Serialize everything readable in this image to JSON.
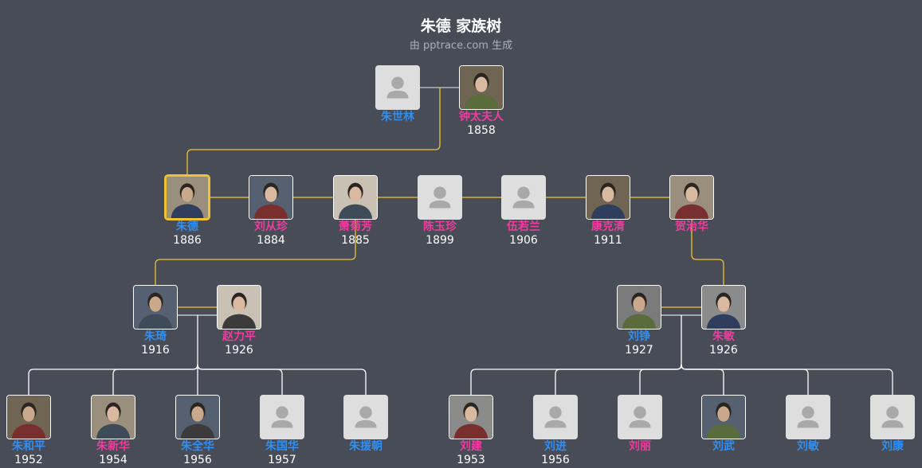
{
  "title": "朱德 家族树",
  "subtitle": "由 pptrace.com 生成",
  "colors": {
    "background": "#474c56",
    "male": "#2f8ff5",
    "female": "#ef3c9e",
    "spouse_link": "#f0c232",
    "child_link": "#ffffff"
  },
  "people": [
    {
      "id": "p1",
      "name": "朱世林",
      "year": "",
      "gender": "m",
      "photo": "placeholder"
    },
    {
      "id": "p2",
      "name": "钟太夫人",
      "year": "1858",
      "gender": "f",
      "photo": "portrait"
    },
    {
      "id": "p3",
      "name": "朱德",
      "year": "1886",
      "gender": "m",
      "photo": "portrait",
      "focus": true
    },
    {
      "id": "p4",
      "name": "刘从珍",
      "year": "1884",
      "gender": "f",
      "photo": "portrait"
    },
    {
      "id": "p5",
      "name": "萧菊芳",
      "year": "1885",
      "gender": "f",
      "photo": "portrait"
    },
    {
      "id": "p6",
      "name": "陈玉珍",
      "year": "1899",
      "gender": "f",
      "photo": "placeholder"
    },
    {
      "id": "p7",
      "name": "伍若兰",
      "year": "1906",
      "gender": "f",
      "photo": "placeholder"
    },
    {
      "id": "p8",
      "name": "康克清",
      "year": "1911",
      "gender": "f",
      "photo": "portrait"
    },
    {
      "id": "p9",
      "name": "贺治华",
      "year": "",
      "gender": "f",
      "photo": "portrait"
    },
    {
      "id": "p10",
      "name": "朱琦",
      "year": "1916",
      "gender": "m",
      "photo": "portrait"
    },
    {
      "id": "p11",
      "name": "赵力平",
      "year": "1926",
      "gender": "f",
      "photo": "portrait"
    },
    {
      "id": "p12",
      "name": "刘铮",
      "year": "1927",
      "gender": "m",
      "photo": "portrait"
    },
    {
      "id": "p13",
      "name": "朱敏",
      "year": "1926",
      "gender": "f",
      "photo": "portrait"
    },
    {
      "id": "p14",
      "name": "朱和平",
      "year": "1952",
      "gender": "m",
      "photo": "portrait"
    },
    {
      "id": "p15",
      "name": "朱新华",
      "year": "1954",
      "gender": "f",
      "photo": "portrait"
    },
    {
      "id": "p16",
      "name": "朱全华",
      "year": "1956",
      "gender": "m",
      "photo": "portrait"
    },
    {
      "id": "p17",
      "name": "朱国华",
      "year": "1957",
      "gender": "m",
      "photo": "placeholder"
    },
    {
      "id": "p18",
      "name": "朱援朝",
      "year": "",
      "gender": "m",
      "photo": "placeholder"
    },
    {
      "id": "p19",
      "name": "刘建",
      "year": "1953",
      "gender": "f",
      "photo": "portrait"
    },
    {
      "id": "p20",
      "name": "刘进",
      "year": "1956",
      "gender": "m",
      "photo": "placeholder"
    },
    {
      "id": "p21",
      "name": "刘丽",
      "year": "",
      "gender": "f",
      "photo": "placeholder"
    },
    {
      "id": "p22",
      "name": "刘武",
      "year": "",
      "gender": "m",
      "photo": "portrait"
    },
    {
      "id": "p23",
      "name": "刘敏",
      "year": "",
      "gender": "m",
      "photo": "placeholder"
    },
    {
      "id": "p24",
      "name": "刘康",
      "year": "",
      "gender": "m",
      "photo": "placeholder"
    }
  ],
  "relations": {
    "spouses": [
      [
        "p1",
        "p2"
      ],
      [
        "p3",
        "p4"
      ],
      [
        "p4",
        "p5"
      ],
      [
        "p5",
        "p6"
      ],
      [
        "p6",
        "p7"
      ],
      [
        "p7",
        "p8"
      ],
      [
        "p8",
        "p9"
      ],
      [
        "p10",
        "p11"
      ],
      [
        "p12",
        "p13"
      ]
    ],
    "parent_child": [
      {
        "parents": [
          "p1",
          "p2"
        ],
        "children": [
          "p3"
        ]
      },
      {
        "parents": [
          "p3",
          "p5"
        ],
        "children": [
          "p10"
        ]
      },
      {
        "parents": [
          "p3",
          "p9"
        ],
        "children": [
          "p13"
        ]
      },
      {
        "parents": [
          "p10",
          "p11"
        ],
        "children": [
          "p14",
          "p15",
          "p16",
          "p17",
          "p18"
        ]
      },
      {
        "parents": [
          "p12",
          "p13"
        ],
        "children": [
          "p19",
          "p20",
          "p21",
          "p22",
          "p23",
          "p24"
        ]
      }
    ]
  }
}
